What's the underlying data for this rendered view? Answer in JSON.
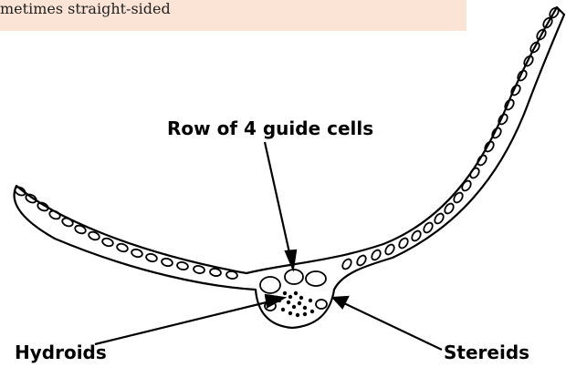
{
  "caption": "metimes straight-sided",
  "labels": {
    "guide_cells": "Row of 4 guide cells",
    "hydroids": "Hydroids",
    "stereids": "Stereids"
  },
  "colors": {
    "banner": "#fbe4d5",
    "ink": "#000000"
  }
}
